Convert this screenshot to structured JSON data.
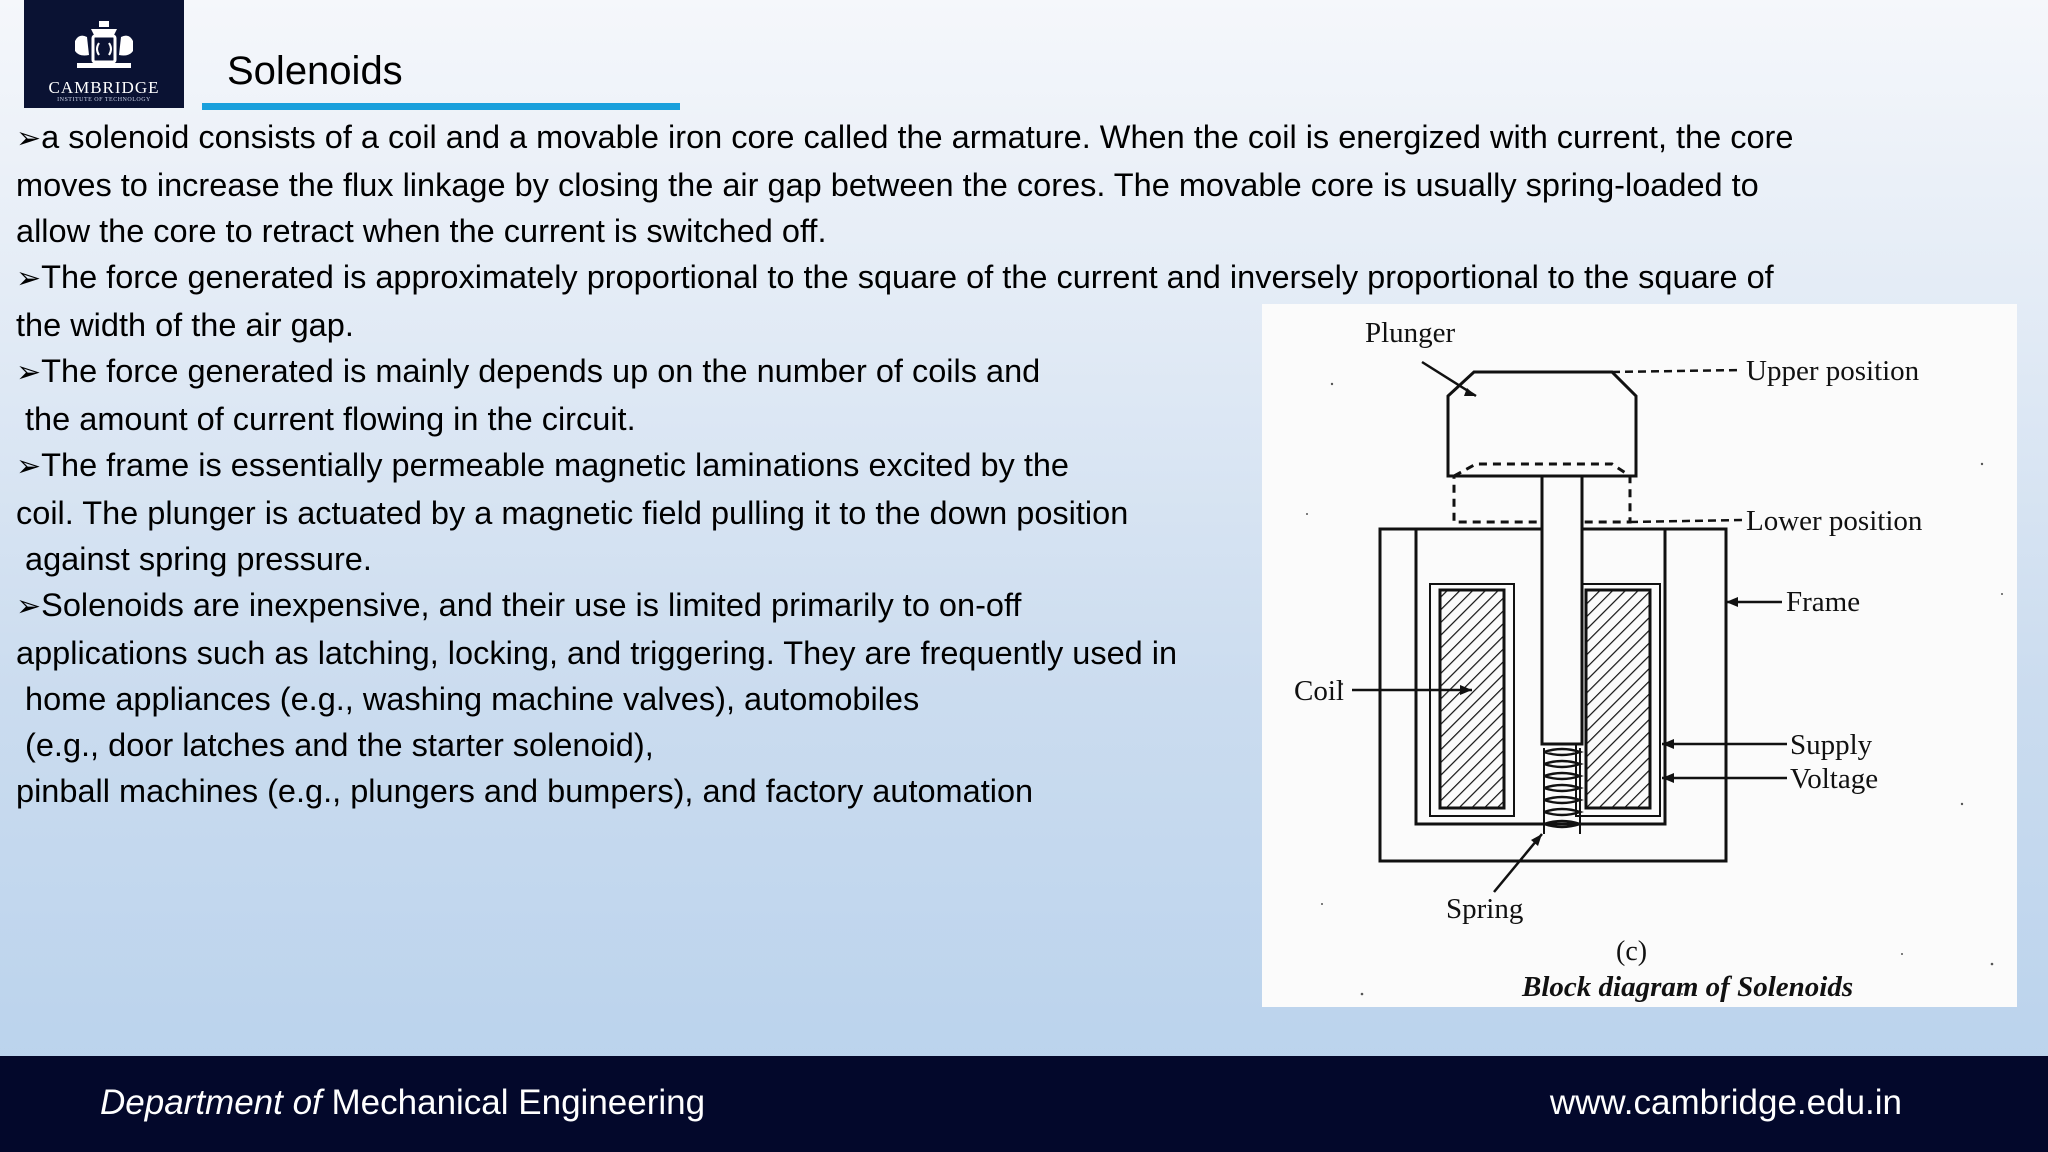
{
  "header": {
    "logo_text": "CAMBRIDGE",
    "logo_subtext": "INSTITUTE OF TECHNOLOGY",
    "title": "Solenoids"
  },
  "bullet_symbol": "➢",
  "body": {
    "lines": [
      {
        "bullet": true,
        "text": "a solenoid consists of a coil and a movable iron core called the armature. When the coil is energized with current, the core"
      },
      {
        "bullet": false,
        "text": "moves to increase the flux linkage by closing the air gap between the cores. The movable core is usually spring-loaded to"
      },
      {
        "bullet": false,
        "text": "allow the core to retract when the current is switched off."
      },
      {
        "bullet": true,
        "text": "The force generated is approximately proportional to the square of the current and inversely proportional to the square of"
      },
      {
        "bullet": false,
        "text": "the width of the air gap."
      },
      {
        "bullet": true,
        "text": "The force generated is mainly depends up on the number of coils and"
      },
      {
        "bullet": false,
        "text": " the amount of current flowing in the circuit."
      },
      {
        "bullet": true,
        "text": "The frame is essentially permeable magnetic laminations excited by the"
      },
      {
        "bullet": false,
        "text": "coil. The plunger is actuated by a magnetic field pulling it to the down position"
      },
      {
        "bullet": false,
        "text": " against spring pressure."
      },
      {
        "bullet": true,
        "text": "Solenoids are inexpensive, and their use is limited primarily to on-off"
      },
      {
        "bullet": false,
        "text": "applications such as latching, locking, and triggering. They are frequently used in"
      },
      {
        "bullet": false,
        "text": " home appliances (e.g., washing machine valves), automobiles"
      },
      {
        "bullet": false,
        "text": " (e.g., door latches and the starter solenoid),"
      },
      {
        "bullet": false,
        "text": "pinball machines (e.g., plungers and bumpers), and factory automation"
      }
    ]
  },
  "diagram": {
    "labels": {
      "plunger": "Plunger",
      "upper_position": "Upper position",
      "lower_position": "Lower position",
      "frame": "Frame",
      "coil": "Coil",
      "supply": "Supply",
      "voltage": "Voltage",
      "spring": "Spring",
      "sub_label": "(c)",
      "caption": "Block diagram of Solenoids"
    }
  },
  "footer": {
    "department_prefix": "Department of",
    "department_name": "Mechanical Engineering",
    "website": "www.cambridge.edu.in"
  },
  "colors": {
    "navy": "#03082b",
    "accent_rule": "#1aa0dc"
  }
}
